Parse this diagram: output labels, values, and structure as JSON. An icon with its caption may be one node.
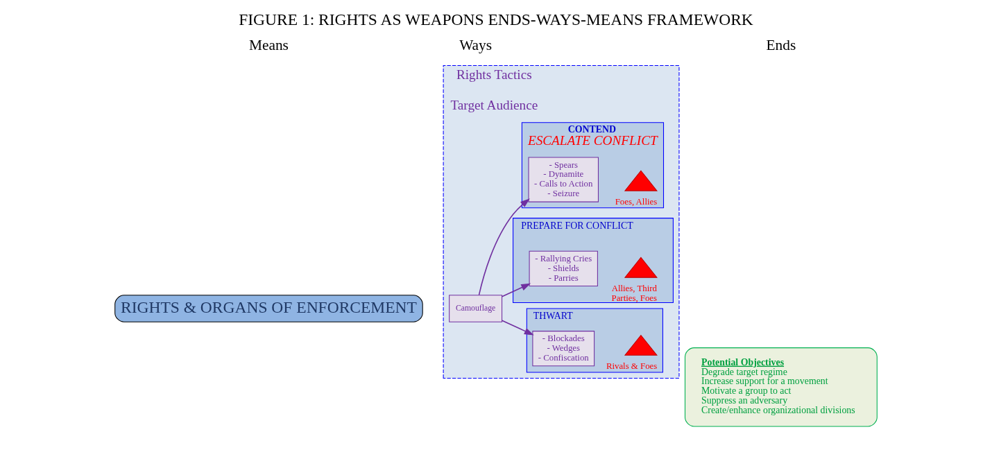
{
  "diagram": {
    "title": "FIGURE 1: RIGHTS AS WEAPONS ENDS-WAYS-MEANS FRAMEWORK",
    "nodes": [
      {
        "text": [
          "RIGHTS & ORGANS OF ENFORCEMENT"
        ]
      },
      {
        "text": [
          "Rights Tactics"
        ],
        "beside": [
          "Target Audience"
        ]
      },
      {
        "text": [
          "Camouflage"
        ],
        "in": 1
      },
      {
        "text": [
          "CONTEND",
          "ESCALATE CONFLICT"
        ],
        "in": 1
      },
      {
        "text": [
          "- Spears",
          "- Dynamite",
          "- Calls to Action",
          "- Seizure"
        ],
        "in": 3
      },
      {
        "text": [],
        "shape": "triangle",
        "beside": [
          "Foes, Allies"
        ],
        "in": 3
      },
      {
        "text": [
          "PREPARE FOR CONFLICT"
        ],
        "in": 1
      },
      {
        "text": [
          "- Rallying Cries",
          "- Shields",
          "- Parries"
        ],
        "in": 6
      },
      {
        "text": [],
        "shape": "triangle",
        "beside": [
          "Allies, Third Parties, Foes"
        ],
        "in": 6
      },
      {
        "text": [
          "THWART"
        ],
        "in": 1
      },
      {
        "text": [
          "- Blockades",
          "- Wedges",
          "- Confiscation"
        ],
        "in": 9
      },
      {
        "text": [],
        "shape": "triangle",
        "beside": [
          "Rivals & Foes"
        ],
        "in": 9
      },
      {
        "text": [
          "Potential Objectives",
          "Degrade target regime",
          "Increase support for a movement",
          "Motivate a group to act",
          "Suppress an adversary",
          "Create/enhance organizational divisions"
        ]
      }
    ],
    "edges": [
      {
        "from": 2,
        "to": 4,
        "arrow": "to"
      },
      {
        "from": 2,
        "to": 7,
        "arrow": "to"
      },
      {
        "from": 2,
        "to": 10,
        "arrow": "to"
      }
    ],
    "labels": [
      "Means",
      "Ways",
      "Ends"
    ]
  }
}
